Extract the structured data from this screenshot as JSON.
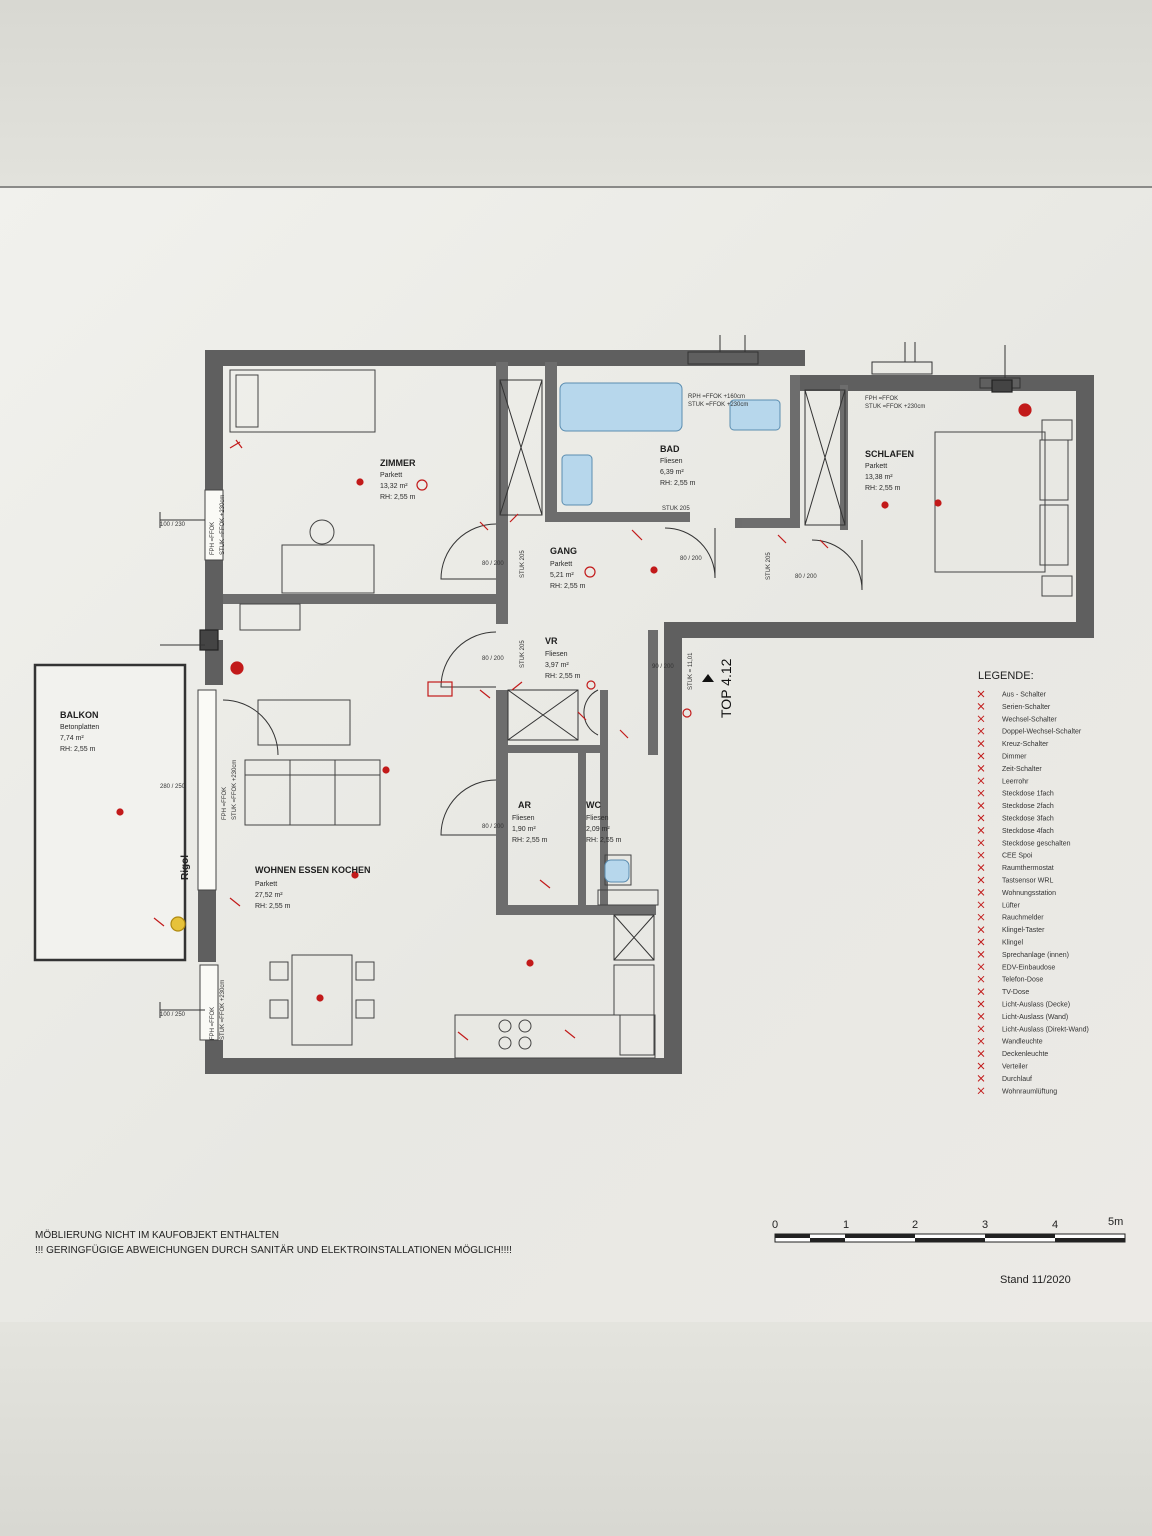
{
  "rooms": {
    "zimmer": {
      "name": "ZIMMER",
      "floor": "Parkett",
      "area": "13,32 m²",
      "height": "RH: 2,55 m"
    },
    "bad": {
      "name": "BAD",
      "floor": "Fliesen",
      "area": "6,39 m²",
      "height": "RH: 2,55 m"
    },
    "schlafen": {
      "name": "SCHLAFEN",
      "floor": "Parkett",
      "area": "13,38 m²",
      "height": "RH: 2,55 m"
    },
    "gang": {
      "name": "GANG",
      "floor": "Parkett",
      "area": "5,21 m²",
      "height": "RH: 2,55 m"
    },
    "vr": {
      "name": "VR",
      "floor": "Fliesen",
      "area": "3,97 m²",
      "height": "RH: 2,55 m"
    },
    "balkon": {
      "name": "BALKON",
      "floor": "Betonplatten",
      "area": "7,74 m²",
      "height": "RH: 2,55 m"
    },
    "ar": {
      "name": "AR",
      "floor": "Fliesen",
      "area": "1,90 m²",
      "height": "RH: 2,55 m"
    },
    "wc": {
      "name": "WC",
      "floor": "Fliesen",
      "area": "2,09 m²",
      "height": "RH: 2,55 m"
    },
    "wohnen": {
      "name": "WOHNEN ESSEN KOCHEN",
      "floor": "Parkett",
      "area": "27,52 m²",
      "height": "RH: 2,55 m"
    }
  },
  "annotations": {
    "bad_fph": "RPH =FFOK +160cm",
    "bad_stuk": "STUK =FFOK +230cm",
    "schlafen_fph": "FPH =FFOK",
    "schlafen_stuk": "STUK =FFOK +230cm",
    "left_fph_1": "FPH =FFOK",
    "left_stuk_1": "STUK =FFOK +230cm",
    "left_fph_2": "FPH =FFOK",
    "left_stuk_2": "STUK =FFOK +230cm",
    "left_fph_3": "FPH =FFOK",
    "left_stuk_3": "STUK =FFOK +230cm",
    "stuk_205_bad": "STUK 205",
    "stuk_205_gang": "STUK 205",
    "stuk_205_vr": "STUK 205",
    "stuk_205_schl": "STUK 205",
    "stuk_1101": "STUK = 11,01",
    "rigol": "Rigol",
    "door_1": "80 / 200",
    "door_2": "80 / 200",
    "door_3": "80 / 200",
    "door_4": "80 / 200",
    "door_5": "80 / 200",
    "door_6": "90 / 200",
    "win_1": "100 / 230",
    "win_2": "280 / 250",
    "win_3": "100 / 250"
  },
  "top_label": "TOP 4.12",
  "legend": {
    "title": "LEGENDE:",
    "items": [
      "Aus - Schalter",
      "Serien-Schalter",
      "Wechsel-Schalter",
      "Doppel-Wechsel-Schalter",
      "Kreuz-Schalter",
      "Dimmer",
      "Zeit-Schalter",
      "Leerrohr",
      "Steckdose 1fach",
      "Steckdose 2fach",
      "Steckdose 3fach",
      "Steckdose 4fach",
      "Steckdose geschalten",
      "CEE Spoi",
      "Raumthermostat",
      "Tastsensor WRL",
      "Wohnungsstation",
      "Lüfter",
      "Rauchmelder",
      "Klingel-Taster",
      "Klingel",
      "Sprechanlage (innen)",
      "EDV-Einbaudose",
      "Telefon-Dose",
      "TV-Dose",
      "Licht-Auslass (Decke)",
      "Licht-Auslass (Wand)",
      "Licht-Auslass (Direkt-Wand)",
      "Wandleuchte",
      "Deckenleuchte",
      "Verteiler",
      "Durchlauf",
      "Wohnraumlüftung"
    ]
  },
  "notes": {
    "line1": "MÖBLIERUNG NICHT IM KAUFOBJEKT ENTHALTEN",
    "line2": "!!! GERINGFÜGIGE ABWEICHUNGEN DURCH SANITÄR UND ELEKTROINSTALLATIONEN MÖGLICH!!!!"
  },
  "scale": {
    "labels": [
      "0",
      "1",
      "2",
      "3",
      "4",
      "5m"
    ]
  },
  "stand": "Stand 11/2020",
  "colors": {
    "wall": "#6e6e6e",
    "outer_wall": "#5a5a5a",
    "symbol": "#c21a1a",
    "fixture": "#9ec8e4",
    "paper": "#efefea"
  }
}
